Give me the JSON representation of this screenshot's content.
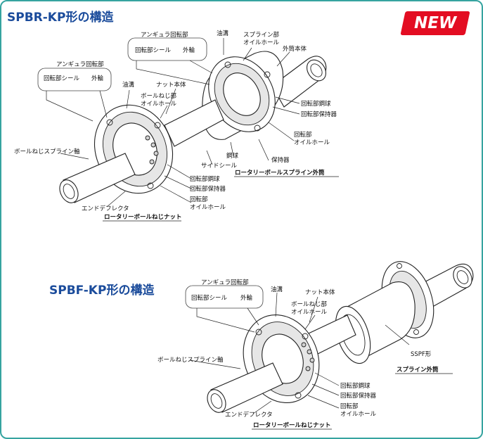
{
  "titles": {
    "spbr": "SPBR-KP形の構造",
    "spbf": "SPBF-KP形の構造"
  },
  "badge": {
    "text": "NEW",
    "color": "#e30d22"
  },
  "colors": {
    "title": "#1a4b9b",
    "frame": "#36a4a0"
  },
  "spbr_labels": {
    "angular_a": "アンギュラ回転部",
    "seal_a": "回転部シール",
    "outer_a": "外輪",
    "angular_b": "アンギュラ回転部",
    "seal_b": "回転部シール",
    "outer_b": "外輪",
    "oil_groove_a": "油溝",
    "spline_oil_1": "スプライン部",
    "spline_oil_2": "オイルホール",
    "outer_body": "外筒本体",
    "oil_groove_b": "油溝",
    "nut_body": "ナット本体",
    "bn_oil_1": "ボールねじ部",
    "bn_oil_2": "オイルホール",
    "rot_ball_r": "回転部鋼球",
    "rot_ret_r": "回転部保持器",
    "rot_oil_r1": "回転部",
    "rot_oil_r2": "オイルホール",
    "ball_spline_shaft": "ボールねじスプライン軸",
    "steel_ball": "鋼球",
    "side_seal": "サイドシール",
    "retainer": "保持器",
    "spline_outer_caption": "ロータリーボールスプライン外筒",
    "rot_ball_l": "回転部鋼球",
    "rot_ret_l": "回転部保持器",
    "rot_oil_l1": "回転部",
    "rot_oil_l2": "オイルホール",
    "end_deflector": "エンドデフレクタ",
    "nut_caption": "ロータリーボールねじナット"
  },
  "spbf_labels": {
    "angular": "アンギュラ回転部",
    "seal": "回転部シール",
    "outer": "外輪",
    "oil_groove": "油溝",
    "nut_body": "ナット本体",
    "bn_oil_1": "ボールねじ部",
    "bn_oil_2": "オイルホール",
    "ball_spline_shaft": "ボールねじスプライン軸",
    "sspf": "SSPF形",
    "spline_outer_caption": "スプライン外筒",
    "rot_ball": "回転部鋼球",
    "rot_ret": "回転部保持器",
    "rot_oil_1": "回転部",
    "rot_oil_2": "オイルホール",
    "end_deflector": "エンドデフレクタ",
    "nut_caption": "ロータリーボールねじナット"
  }
}
